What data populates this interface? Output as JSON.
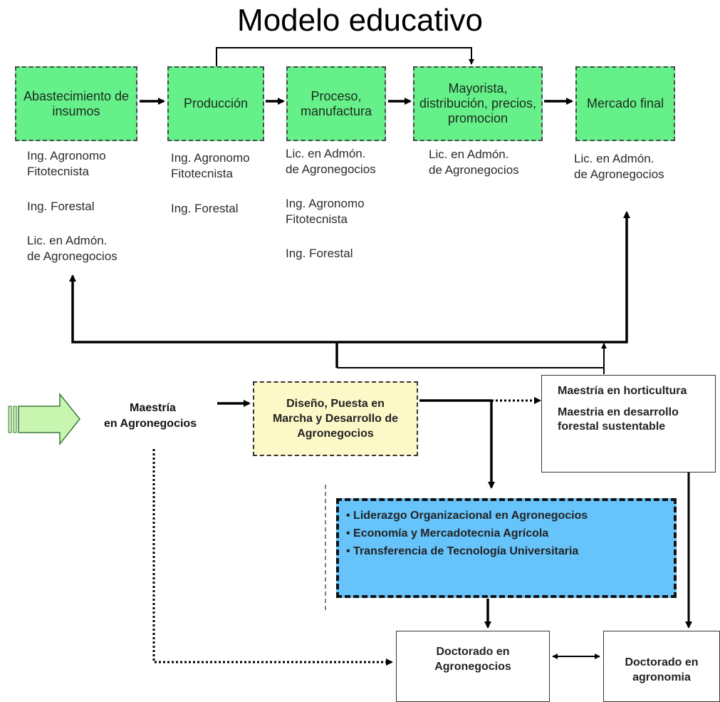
{
  "title": "Modelo educativo",
  "chain": {
    "stage1": "Abastecimiento de insumos",
    "stage2": "Producción",
    "stage3": "Proceso, manufactura",
    "stage4": "Mayorista, distribución, precios, promocion",
    "stage5": "Mercado final"
  },
  "programs": {
    "col1": [
      "Ing. Agronomo",
      "Fitotecnista",
      "Ing. Forestal",
      "Lic. en Admón.",
      "de Agronegocios"
    ],
    "col2": [
      "Ing. Agronomo",
      "Fitotecnista",
      "Ing. Forestal"
    ],
    "col3": [
      "Lic. en Admón.",
      "de Agronegocios",
      "Ing. Agronomo",
      "Fitotecnista",
      "Ing. Forestal"
    ],
    "col4": [
      "Lic. en Admón.",
      "de Agronegocios"
    ],
    "col5": [
      "Lic. en Admón.",
      "de Agronegocios"
    ]
  },
  "maestria": [
    "Maestría",
    "en Agronegocios"
  ],
  "diseno": [
    "Diseño, Puesta en",
    "Marcha y Desarrollo de",
    "Agronegocios"
  ],
  "horti": [
    "Maestría en horticultura",
    "Maestria en desarrollo",
    "forestal sustentable"
  ],
  "lines": [
    "• Liderazgo Organizacional en Agronegocios",
    "• Economía y Mercadotecnia Agrícola",
    "• Transferencia de Tecnología Universitaria"
  ],
  "doctorado1": [
    "Doctorado en",
    "Agronegocios"
  ],
  "doctorado2": [
    "Doctorado en",
    "agronomia"
  ],
  "colors": {
    "stage_fill": "#66f08a",
    "diseno_fill": "#fdf8c8",
    "lines_fill": "#66c4fb",
    "arrow_fill": "#c8f5b0"
  }
}
